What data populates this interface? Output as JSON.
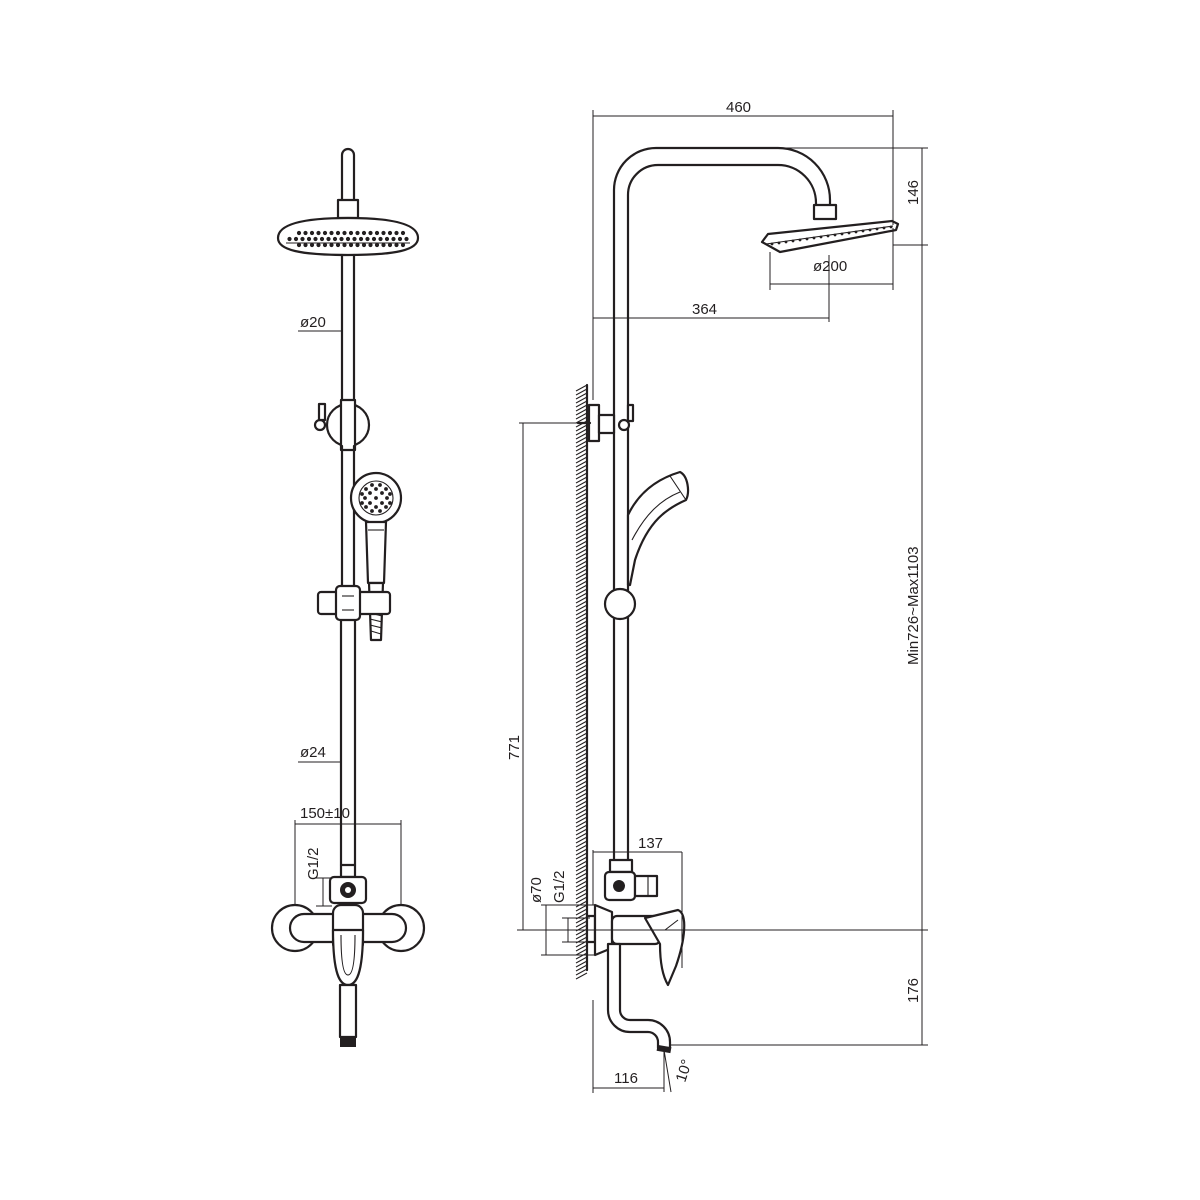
{
  "dimensions": {
    "rod_diameter": "ø20",
    "bar_diameter": "ø24",
    "centers": "150±10",
    "inlet_thread_front": "G1/2",
    "overall_width": "460",
    "head_height": "146",
    "head_diameter": "ø200",
    "head_reach": "364",
    "height_range": "Min726~Max1103",
    "wall_height": "771",
    "escutcheon_diameter": "ø70",
    "inlet_thread_side": "G1/2",
    "mixer_projection": "137",
    "spout_drop": "176",
    "spout_angle": "10°",
    "spout_projection": "116"
  },
  "colors": {
    "line": "#231f20",
    "background": "#ffffff"
  }
}
